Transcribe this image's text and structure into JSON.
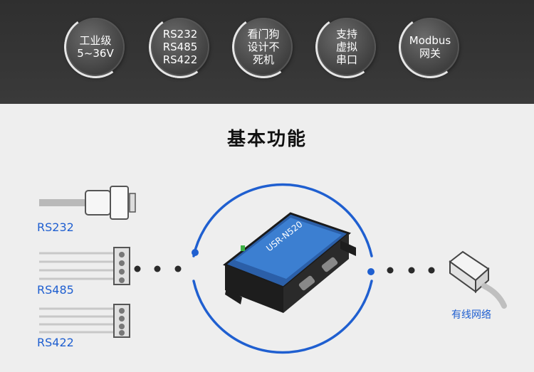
{
  "features": [
    {
      "label": "工业级\n5~36V"
    },
    {
      "label": "RS232\nRS485\nRS422"
    },
    {
      "label": "看门狗\n设计不\n死机"
    },
    {
      "label": "支持\n虚拟\n串口"
    },
    {
      "label": "Modbus\n网关"
    }
  ],
  "section_title": "基本功能",
  "ports": [
    "RS232",
    "RS485",
    "RS422"
  ],
  "network_label": "有线网络",
  "device_model": "USR-N520",
  "colors": {
    "accent": "#1f5fd0",
    "dark_band": "#333333"
  }
}
